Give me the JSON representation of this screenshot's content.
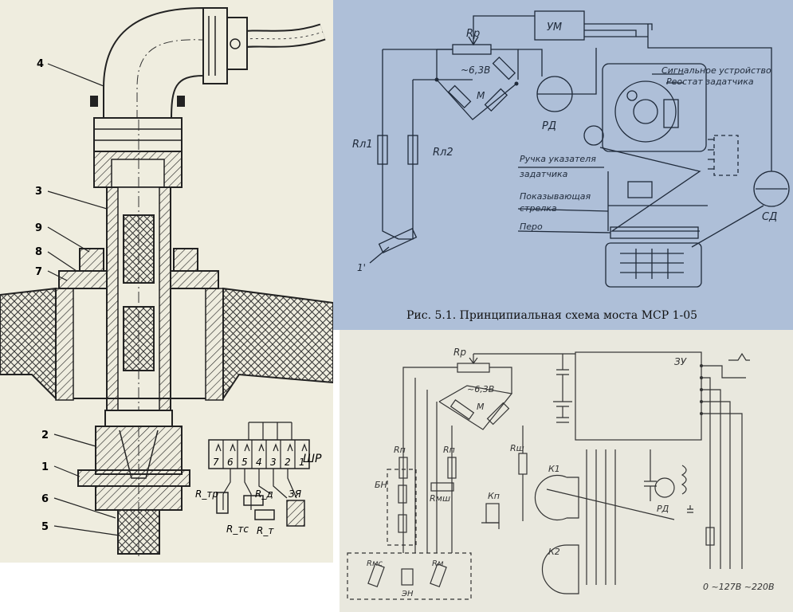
{
  "left_panel": {
    "callouts": [
      "4",
      "3",
      "9",
      "8",
      "7",
      "2",
      "1",
      "6",
      "5"
    ],
    "connector_labels": {
      "pins": [
        "7",
        "6",
        "5",
        "4",
        "3",
        "2",
        "1"
      ],
      "plug": "ШР",
      "r_tr": "R_тр",
      "r_tc": "R_тс",
      "r_d": "R_д",
      "r_t": "R_т",
      "zya": "ЗЯ"
    }
  },
  "top_right": {
    "labels": {
      "rp": "Rр",
      "um": "УМ",
      "volt": "~6,3В",
      "m": "М",
      "rl1": "Rл1",
      "rl2": "Rл2",
      "rd": "РД",
      "sd": "СД",
      "one": "1'",
      "signal_device": "Сигнальное устройство",
      "setpoint_rheostat": "Реостат задатчика",
      "setpoint_handle_1": "Ручка указателя",
      "setpoint_handle_2": "задатчика",
      "pointer_1": "Показывающая",
      "pointer_2": "стрелка",
      "pen": "Перо"
    },
    "caption": "Рис. 5.1. Принципиальная схема моста МСР 1-05"
  },
  "bottom_right": {
    "labels": {
      "rp": "Rр",
      "zu": "ЗУ",
      "volt": "~6,3В",
      "m": "М",
      "rn_1": "Rп",
      "rn_2": "Rп",
      "rsh": "Rш",
      "rmsh": "Rмш",
      "bn": "БН",
      "kn": "Кп",
      "k1": "К1",
      "k2": "К2",
      "rd": "РД",
      "rmc": "Rмс",
      "rm": "Rм",
      "zn": "ЭН",
      "terminals": "0  ~127В  ~220В"
    }
  }
}
